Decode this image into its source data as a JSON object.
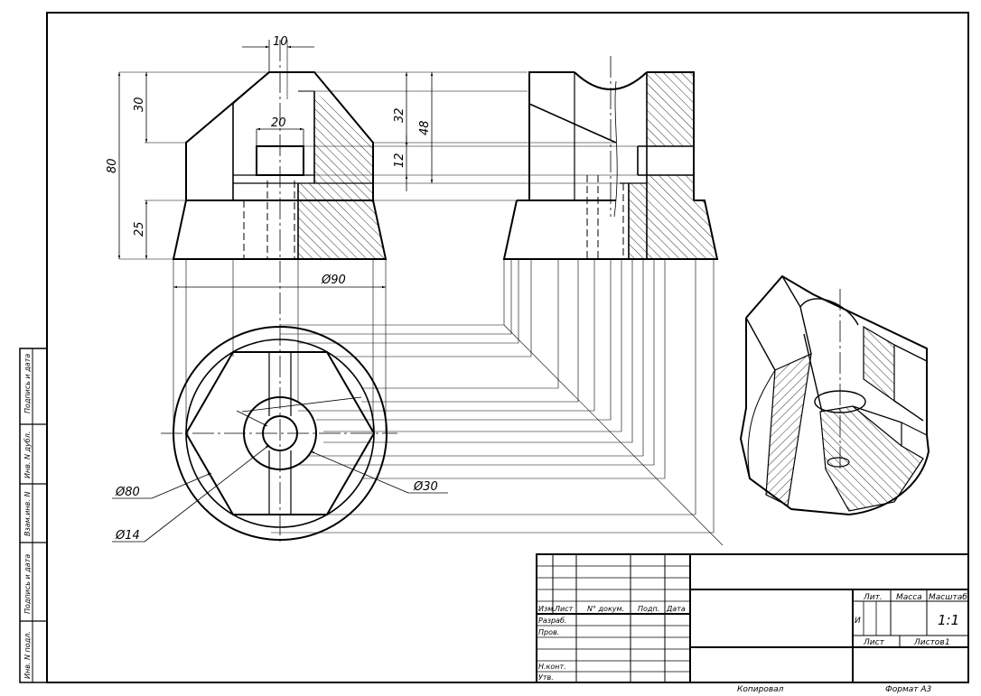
{
  "dimensions": {
    "d10": "10",
    "d20": "20",
    "d30": "30",
    "d32": "32",
    "d48": "48",
    "d12": "12",
    "d80": "80",
    "d25": "25",
    "dia90": "Ø90",
    "dia80": "Ø80",
    "dia30": "Ø30",
    "dia14": "Ø14"
  },
  "side_strip": {
    "podp_data_1": "Подпись и дата",
    "inv_dubl": "Инв. N дубл.",
    "vzam_inv": "Взам.инв. N",
    "podp_data_2": "Подпись и дата",
    "inv_podl": "Инв. N подл."
  },
  "title_block": {
    "izm": "Изм.",
    "list": "Лист",
    "n_dokum": "N° докум.",
    "podp": "Подп.",
    "data": "Дата",
    "razrab": "Разраб.",
    "prov": "Пров.",
    "n_kont": "Н.конт.",
    "utv": "Утв.",
    "lit": "Лит.",
    "massa": "Масса",
    "masshtab": "Масштаб",
    "lit_value": "И",
    "scale_value": "1:1",
    "sheet_label": "Лист",
    "sheets_label": "Листов",
    "sheets_count": "1"
  },
  "footer": {
    "copied": "Копировал",
    "format": "Формат А3"
  }
}
